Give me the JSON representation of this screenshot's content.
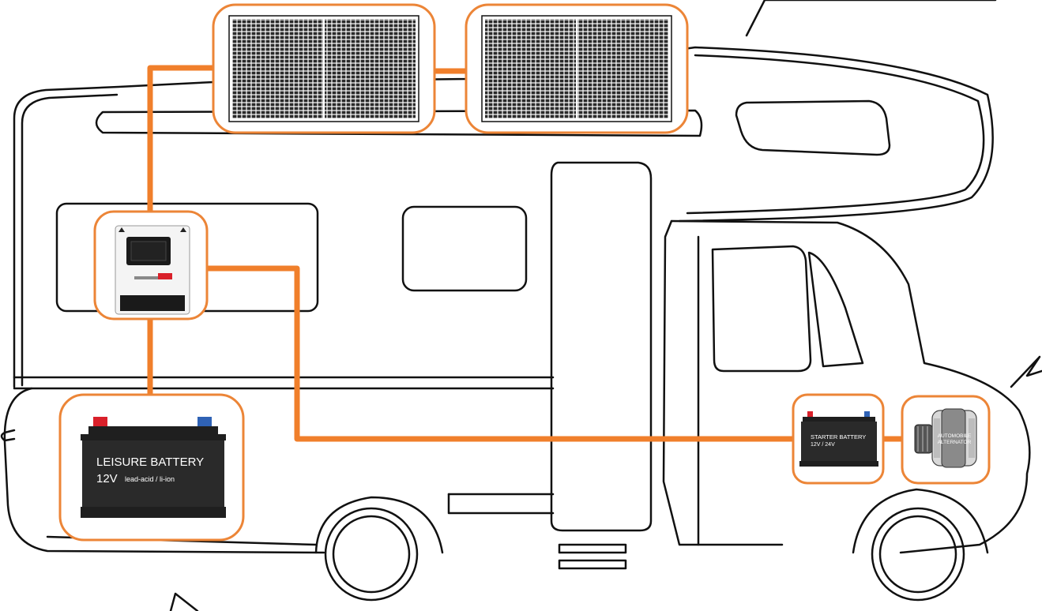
{
  "colors": {
    "wire": "#f07f2b",
    "frame": "#ec8537",
    "outline": "#111111",
    "battery_body": "#1f1f1f",
    "terminal_positive": "#d9202a",
    "terminal_negative": "#2f62b5",
    "panel_cell": "#2a2a2a"
  },
  "components": {
    "solar_panels": {
      "count": 2,
      "icon": "solar-panel-icon"
    },
    "charge_controller": {
      "icon": "charge-controller-icon"
    },
    "leisure_battery": {
      "label": "LEISURE BATTERY",
      "voltage": "12V",
      "types": "lead-acid / li-ion",
      "icon": "battery-icon"
    },
    "starter_battery": {
      "label": "STARTER BATTERY",
      "voltage": "12V / 24V",
      "icon": "battery-icon"
    },
    "alternator": {
      "label_line1": "AUTOMOBILE",
      "label_line2": "ALTERNATOR",
      "icon": "alternator-icon"
    }
  },
  "vehicle": {
    "icon": "motorhome-outline"
  }
}
